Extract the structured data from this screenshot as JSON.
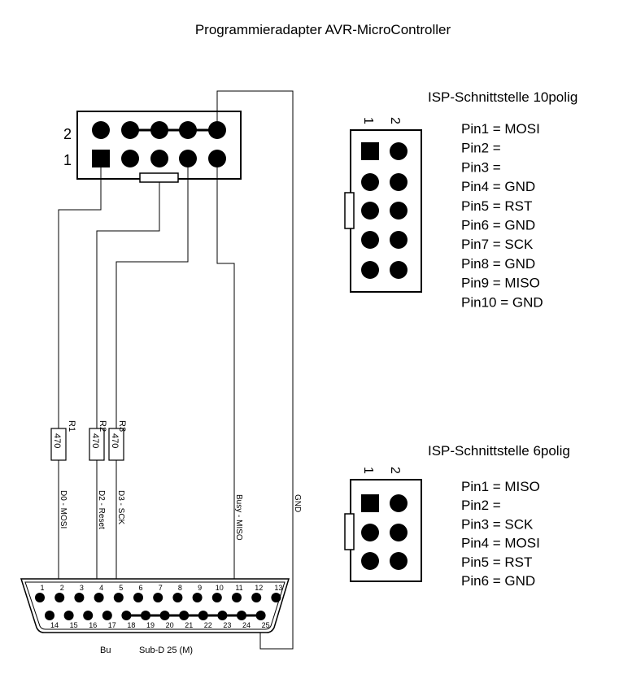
{
  "title": "Programmieradapter AVR-MicroController",
  "header10": {
    "row_top": "2",
    "row_bottom": "1"
  },
  "isp10": {
    "heading": "ISP-Schnittstelle 10polig",
    "col1": "1",
    "col2": "2",
    "pins": [
      "Pin1 = MOSI",
      "Pin2 =",
      "Pin3 =",
      "Pin4 = GND",
      "Pin5 = RST",
      "Pin6 = GND",
      "Pin7 = SCK",
      "Pin8 = GND",
      "Pin9 = MISO",
      "Pin10 = GND"
    ]
  },
  "isp6": {
    "heading": "ISP-Schnittstelle 6polig",
    "col1": "1",
    "col2": "2",
    "pins": [
      "Pin1 = MISO",
      "Pin2 =",
      "Pin3 = SCK",
      "Pin4 = MOSI",
      "Pin5 = RST",
      "Pin6 = GND"
    ]
  },
  "resistors": [
    {
      "name": "R1",
      "value": "470"
    },
    {
      "name": "R2",
      "value": "470"
    },
    {
      "name": "R3",
      "value": "470"
    }
  ],
  "wires": {
    "d0": "D0 - MOSI",
    "d2": "D2 - Reset",
    "d3": "D3 - SCK",
    "busy": "Busy - MISO",
    "gnd": "GND"
  },
  "subd": {
    "top_pins": [
      "1",
      "2",
      "3",
      "4",
      "5",
      "6",
      "7",
      "8",
      "9",
      "10",
      "11",
      "12",
      "13"
    ],
    "bottom_pins": [
      "14",
      "15",
      "16",
      "17",
      "18",
      "19",
      "20",
      "21",
      "22",
      "23",
      "24",
      "25"
    ],
    "label_left": "Bu",
    "label_right": "Sub-D 25 (M)"
  }
}
